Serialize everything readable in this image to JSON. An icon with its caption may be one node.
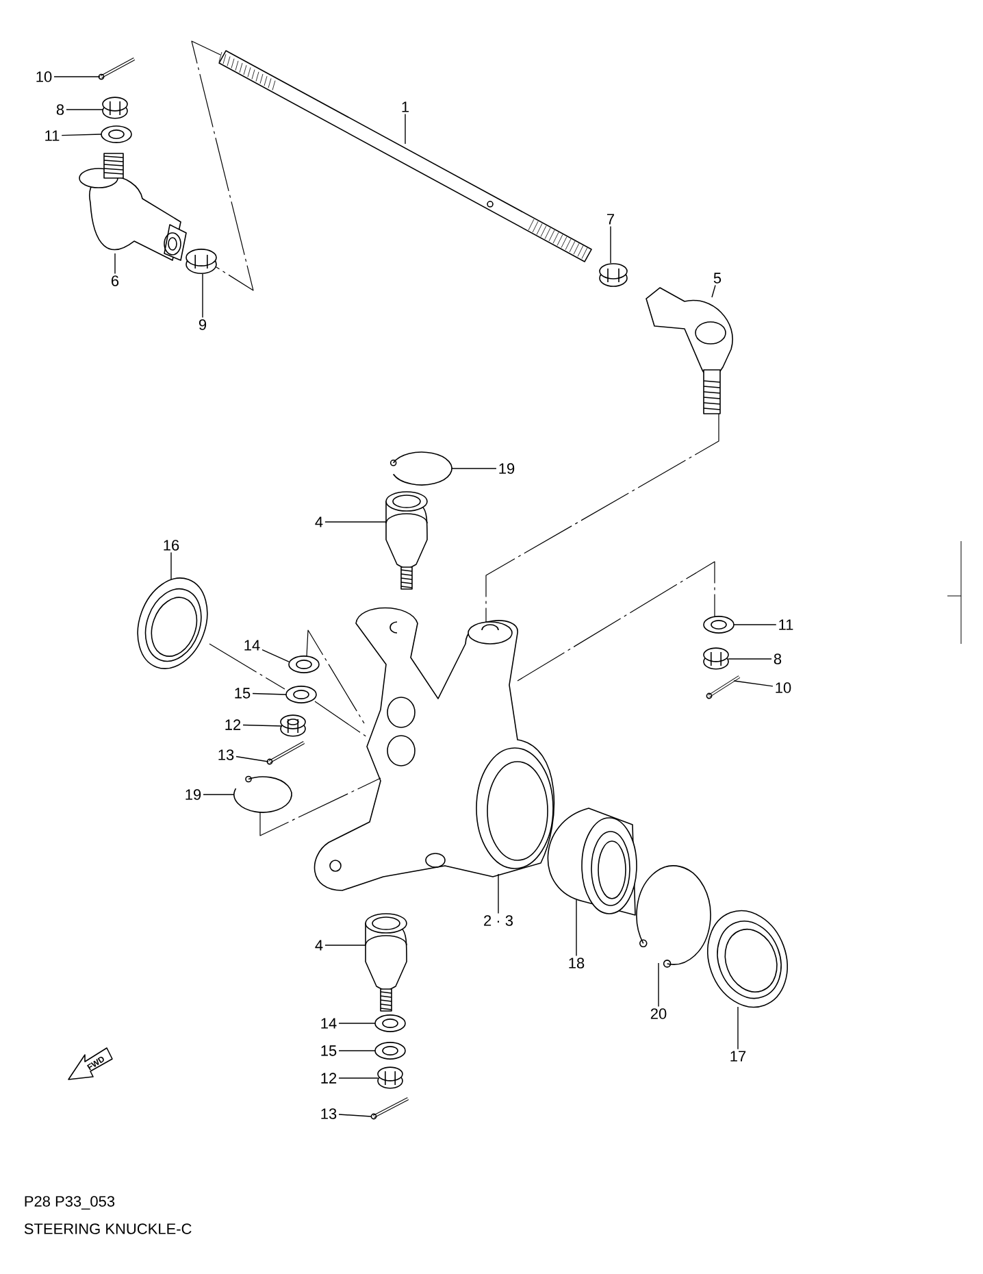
{
  "diagram": {
    "title": "STEERING KNUCKLE-C",
    "nodes": [
      {
        "text": [
          "10"
        ]
      },
      {
        "text": [
          "1"
        ]
      },
      {
        "text": [
          "8"
        ]
      },
      {
        "text": [
          "11"
        ]
      },
      {
        "text": [
          "7"
        ]
      },
      {
        "text": [
          "6"
        ]
      },
      {
        "text": [
          "5"
        ]
      },
      {
        "text": [
          "9"
        ]
      },
      {
        "text": [
          "19"
        ]
      },
      {
        "text": [
          "4"
        ]
      },
      {
        "text": [
          "16"
        ]
      },
      {
        "text": [
          "14"
        ]
      },
      {
        "text": [
          "11"
        ]
      },
      {
        "text": [
          "8"
        ]
      },
      {
        "text": [
          "15"
        ]
      },
      {
        "text": [
          "10"
        ]
      },
      {
        "text": [
          "12"
        ]
      },
      {
        "text": [
          "13"
        ]
      },
      {
        "text": [
          "19"
        ]
      },
      {
        "text": [
          "2 · 3"
        ]
      },
      {
        "text": [
          "4"
        ]
      },
      {
        "text": [
          "18"
        ]
      },
      {
        "text": [
          "20"
        ]
      },
      {
        "text": [
          "14"
        ]
      },
      {
        "text": [
          "15"
        ]
      },
      {
        "text": [
          "12"
        ]
      },
      {
        "text": [
          "17"
        ]
      },
      {
        "text": [
          "13"
        ]
      },
      {
        "text": [],
        "shape": "picture"
      },
      {
        "text": [],
        "shape": "picture"
      },
      {
        "text": [],
        "shape": "picture"
      },
      {
        "text": [],
        "shape": "picture"
      },
      {
        "text": [],
        "shape": "picture"
      },
      {
        "text": [],
        "shape": "picture"
      },
      {
        "text": [],
        "shape": "picture"
      },
      {
        "text": [],
        "shape": "picture"
      },
      {
        "text": [],
        "shape": "picture"
      },
      {
        "text": [],
        "shape": "picture"
      },
      {
        "text": [],
        "shape": "picture"
      },
      {
        "text": [],
        "shape": "picture"
      },
      {
        "text": [],
        "shape": "picture"
      },
      {
        "text": [],
        "shape": "picture"
      },
      {
        "text": [],
        "shape": "picture"
      },
      {
        "text": [],
        "shape": "picture"
      },
      {
        "text": [],
        "shape": "picture"
      },
      {
        "text": [],
        "shape": "picture"
      },
      {
        "text": [],
        "shape": "picture"
      },
      {
        "text": [],
        "shape": "picture"
      },
      {
        "text": [],
        "shape": "picture"
      },
      {
        "text": [],
        "shape": "picture"
      },
      {
        "text": [],
        "shape": "picture"
      },
      {
        "text": [],
        "shape": "picture"
      },
      {
        "text": [],
        "shape": "picture"
      },
      {
        "text": [],
        "shape": "picture"
      },
      {
        "text": [],
        "shape": "picture"
      },
      {
        "text": [],
        "shape": "picture"
      }
    ],
    "edges": [
      {
        "from": 0,
        "to": 28,
        "arrow": "none"
      },
      {
        "from": 1,
        "to": 33,
        "arrow": "none"
      },
      {
        "from": 2,
        "to": 29,
        "arrow": "none"
      },
      {
        "from": 3,
        "to": 30,
        "arrow": "none"
      },
      {
        "from": 4,
        "to": 34,
        "arrow": "none"
      },
      {
        "from": 5,
        "to": 31,
        "arrow": "none"
      },
      {
        "from": 6,
        "to": 35,
        "arrow": "none"
      },
      {
        "from": 7,
        "to": 32,
        "arrow": "none"
      },
      {
        "from": 8,
        "to": 36,
        "arrow": "none"
      },
      {
        "from": 9,
        "to": 37,
        "arrow": "none"
      },
      {
        "from": 10,
        "to": 38,
        "arrow": "none"
      },
      {
        "from": 11,
        "to": 39,
        "arrow": "none"
      },
      {
        "from": 12,
        "to": 40,
        "arrow": "none"
      },
      {
        "from": 13,
        "to": 41,
        "arrow": "none"
      },
      {
        "from": 14,
        "to": 42,
        "arrow": "none"
      },
      {
        "from": 15,
        "to": 43,
        "arrow": "none"
      },
      {
        "from": 16,
        "to": 44,
        "arrow": "none"
      },
      {
        "from": 17,
        "to": 45,
        "arrow": "none"
      },
      {
        "from": 18,
        "to": 46,
        "arrow": "none"
      },
      {
        "from": 19,
        "to": 47,
        "arrow": "none"
      },
      {
        "from": 20,
        "to": 48,
        "arrow": "none"
      },
      {
        "from": 21,
        "to": 49,
        "arrow": "none"
      },
      {
        "from": 22,
        "to": 50,
        "arrow": "none"
      },
      {
        "from": 23,
        "to": 51,
        "arrow": "none"
      },
      {
        "from": 24,
        "to": 52,
        "arrow": "none"
      },
      {
        "from": 25,
        "to": 53,
        "arrow": "none"
      },
      {
        "from": 26,
        "to": 54,
        "arrow": "none"
      },
      {
        "from": 27,
        "to": 55,
        "arrow": "none"
      },
      {
        "from": 33,
        "to": 32,
        "arrow": "none",
        "style": "dashed"
      },
      {
        "from": 35,
        "to": 47,
        "arrow": "none",
        "style": "dashed"
      },
      {
        "from": 47,
        "to": 40,
        "arrow": "none",
        "style": "dashed"
      },
      {
        "from": 39,
        "to": 47,
        "arrow": "none",
        "style": "dashed"
      },
      {
        "from": 38,
        "to": 42,
        "arrow": "none",
        "style": "dashed"
      },
      {
        "from": 42,
        "to": 47,
        "arrow": "none",
        "style": "dashed"
      },
      {
        "from": 46,
        "to": 47,
        "arrow": "none",
        "style": "dashed"
      }
    ],
    "labels": [
      "FWD",
      "P28 P33_053"
    ]
  }
}
